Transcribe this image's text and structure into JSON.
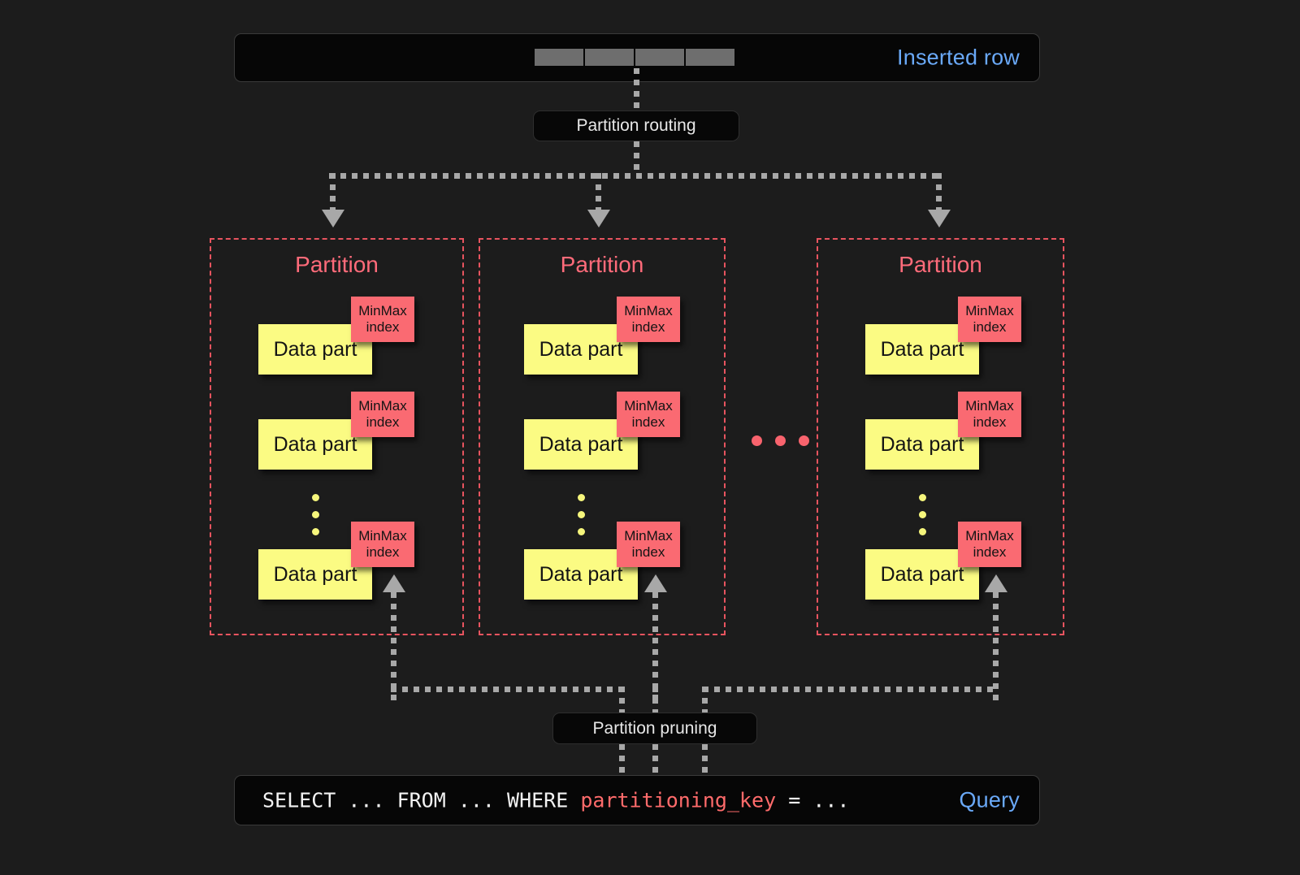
{
  "diagram": {
    "title": "ClickHouse partitioning: insert routing and partition pruning",
    "background": "#1c1c1c",
    "colors": {
      "accent_blue": "#6aa9f8",
      "partition_red": "#ff6b7a",
      "partition_border": "#e8545f",
      "minmax_red": "#fa6a72",
      "data_part_yellow": "#fbfb83",
      "connector_gray": "#a8a8a8",
      "bar_black": "#060606"
    }
  },
  "top_bar": {
    "label": "Inserted row",
    "cells": [
      "",
      "",
      "",
      ""
    ],
    "cell_count": 4
  },
  "routing": {
    "label": "Partition routing"
  },
  "pruning": {
    "label": "Partition pruning"
  },
  "partitions": [
    {
      "title": "Partition",
      "parts": [
        {
          "label": "Data part",
          "index_label_line1": "MinMax",
          "index_label_line2": "index"
        },
        {
          "label": "Data part",
          "index_label_line1": "MinMax",
          "index_label_line2": "index"
        },
        {
          "label": "Data part",
          "index_label_line1": "MinMax",
          "index_label_line2": "index"
        }
      ],
      "ellipsis": "vertical"
    },
    {
      "title": "Partition",
      "parts": [
        {
          "label": "Data part",
          "index_label_line1": "MinMax",
          "index_label_line2": "index"
        },
        {
          "label": "Data part",
          "index_label_line1": "MinMax",
          "index_label_line2": "index"
        },
        {
          "label": "Data part",
          "index_label_line1": "MinMax",
          "index_label_line2": "index"
        }
      ],
      "ellipsis": "vertical"
    },
    {
      "title": "Partition",
      "parts": [
        {
          "label": "Data part",
          "index_label_line1": "MinMax",
          "index_label_line2": "index"
        },
        {
          "label": "Data part",
          "index_label_line1": "MinMax",
          "index_label_line2": "index"
        },
        {
          "label": "Data part",
          "index_label_line1": "MinMax",
          "index_label_line2": "index"
        }
      ],
      "ellipsis": "vertical"
    }
  ],
  "between_partitions_ellipsis": {
    "dots": 3,
    "orientation": "horizontal",
    "color": "#f8636d"
  },
  "query_bar": {
    "label": "Query",
    "sql_prefix": "SELECT ... FROM ... WHERE ",
    "sql_key": "partitioning_key",
    "sql_suffix": " = ..."
  }
}
